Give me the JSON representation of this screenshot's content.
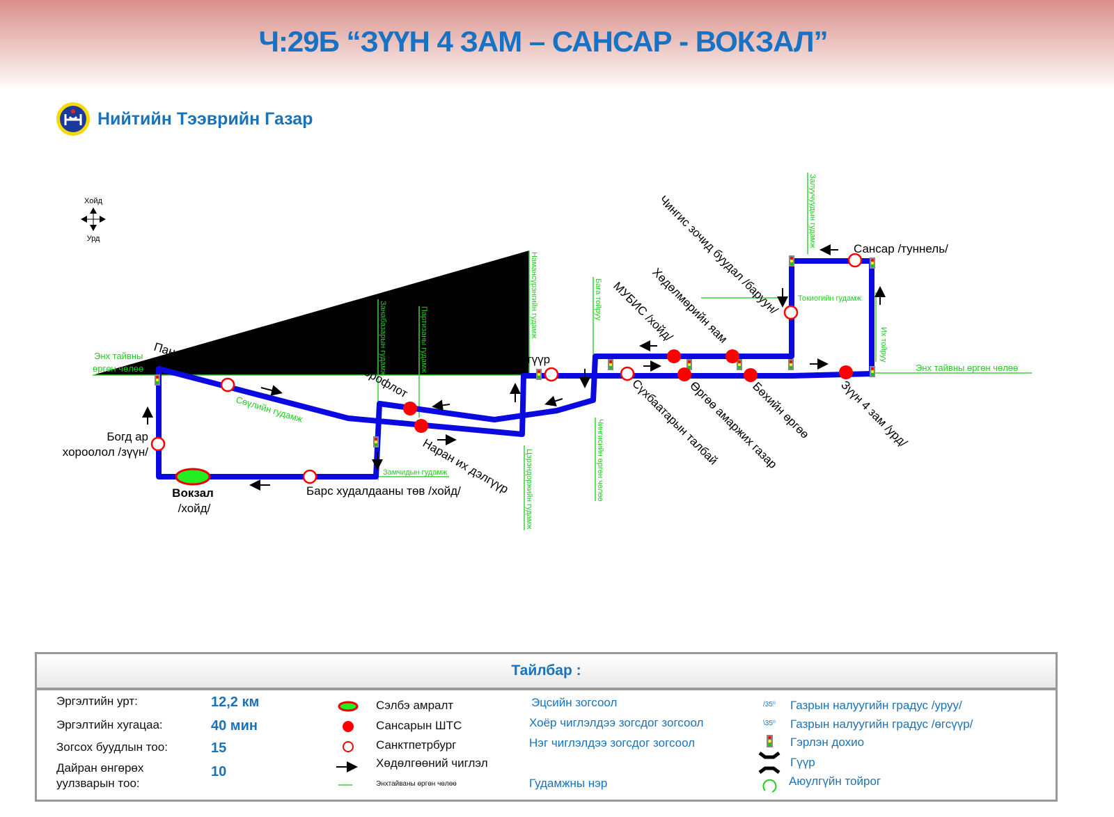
{
  "title": "Ч:29Б “ЗҮҮН 4 ЗАМ – САНСАР - ВОКЗАЛ”",
  "organization": "Нийтийн Тээврийн Газар",
  "compass": {
    "north": "Хойд",
    "south": "Урд"
  },
  "stops": {
    "panasonic": "Панасоник төв",
    "bogd1": "Богд ар",
    "bogd2": "хороолол /зүүн/",
    "vokzal1": "Вокзал",
    "vokzal2": "/хойд/",
    "bars": "Барс худалдааны төв /хойд/",
    "aeroflot": "Аэрофлот",
    "naran": "Наран их дэлгүүр",
    "ulsyn": "Улсын их дэлгүүр",
    "sukhbaatar": "Сүхбаатарын талбай",
    "urgoo": "Өргөө амаржих газар",
    "bokh": "Бөхийн өргөө",
    "zuun4": "Зүүн 4 зам /урд/",
    "mubis": "МУБИС /хойд/",
    "khudulmur": "Хөдөлмөрийн яам",
    "chingis": "Чингис зочид буудал /баруун/",
    "sansar": "Сансар  /туннель/"
  },
  "streets": {
    "enkh1": "Энх тайвны",
    "enkh2": "өргөн чөлөө",
    "enkh_east": "Энх тайвны өргөн чөлөө",
    "seoul": "Сөүлийн гудамж",
    "zanabazar": "Занабазарын гудамж",
    "partizan": "Партизаны гудамж",
    "namnansuren": "Наманcүрэнгийн гудамж",
    "baga": "Бага тойруу",
    "chingis_av": "Чингисийн өргөн чөлөө",
    "tserendorj": "Цэрэндоржийн гудамж",
    "zamchid": "Замчидын гудамж",
    "zaluuchuud": "Залуучуудын гудамж",
    "tokyo": "Токиогийн гудамж",
    "ikh": "Их тойруу"
  },
  "legend": {
    "title": "Тайлбар :",
    "stats": [
      {
        "label": "Эргэлтийн урт:",
        "value": "12,2 км"
      },
      {
        "label": "Эргэлтийн хугацаа:",
        "value": "40 мин"
      },
      {
        "label": "Зогсох буудлын тоо:",
        "value": "15"
      },
      {
        "label1": "Дайран өнгөрөх",
        "label2": "уулзварын тоо:",
        "value": "10"
      }
    ],
    "symbols": [
      "Сэлбэ амралт",
      "Сансарын ШТС",
      "Санктпетрбург",
      "Хөдөлгөөний чиглэл",
      "Энхтайваны өргөн чөлөө"
    ],
    "stop_types": [
      "Эцсийн зогсоол",
      "Хоёр чиглэлдээ зогсдог зогсоол",
      "Нэг чиглэлдээ зогсдог зогсоол",
      "Гудамжны нэр"
    ],
    "other": [
      {
        "mark": "/35⁰",
        "label": "Газрын налуугийн градус /уруу/"
      },
      {
        "mark": "\\35⁰",
        "label": "Газрын налуугийн градус /өгсүүр/"
      },
      {
        "label": "Гэрлэн дохио"
      },
      {
        "label": "Гүүр"
      },
      {
        "label": "Аюулгүйн тойрог"
      }
    ]
  },
  "colors": {
    "route": "#0a0ae0",
    "street": "#22cc22",
    "stop": "#ff0000",
    "title": "#1872c4"
  }
}
